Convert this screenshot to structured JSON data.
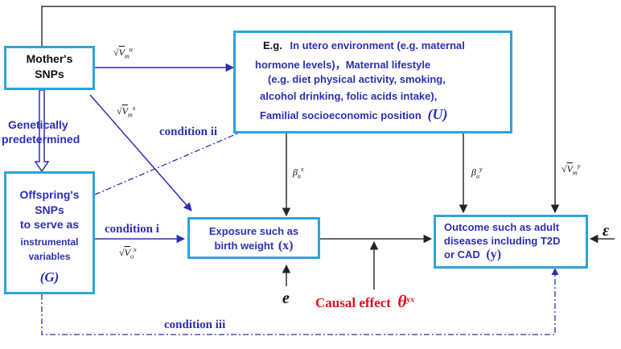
{
  "nodes": {
    "mother": {
      "line1": "Mother's",
      "line2": "SNPs"
    },
    "genetically": {
      "line1": "Genetically",
      "line2": "predetermined"
    },
    "offspring": {
      "line1": "Offspring's",
      "line2": "SNPs",
      "line3": "to serve as",
      "line4": "instrumental",
      "line5": "variables",
      "symbol": "(G)"
    },
    "environment": {
      "line1_prefix": "E.g.",
      "line1": "In utero environment (e.g. maternal",
      "line2": "hormone levels)，Maternal  lifestyle",
      "line3": "(e.g. diet  physical  activity, smoking,",
      "line4": "alcohol drinking,      folic acids intake),",
      "line5": "Familial   socioeconomic   position",
      "symbol": "(U)"
    },
    "exposure": {
      "line1": "Exposure such as",
      "line2": "birth weight",
      "symbol": "(x)"
    },
    "outcome": {
      "line1": "Outcome such as adult",
      "line2": "diseases including T2D",
      "line3": "or CAD",
      "symbol": "(y)"
    }
  },
  "labels": {
    "condition_i": "condition i",
    "condition_ii": "condition ii",
    "condition_iii": "condition iii",
    "causal_effect": "Causal effect",
    "theta": "θ",
    "theta_sup": "yx",
    "e": "e",
    "epsilon": "ε"
  },
  "params": {
    "v_mu": {
      "base": "V",
      "sub": "m",
      "sup": "u"
    },
    "v_mx": {
      "base": "V",
      "sub": "m",
      "sup": "x"
    },
    "v_ox": {
      "base": "V",
      "sub": "o",
      "sup": "x"
    },
    "v_my": {
      "base": "V",
      "sub": "m",
      "sup": "y"
    },
    "beta_ux": {
      "base": "β",
      "sub": "u",
      "sup": "x"
    },
    "beta_uy": {
      "base": "β",
      "sub": "u",
      "sup": "y"
    }
  },
  "colors": {
    "box_border": "#2da4db",
    "text_blue": "#2d2fb3",
    "causal_red": "#e01020",
    "arrow": "#2d2fb3",
    "line_dark": "#333333"
  }
}
